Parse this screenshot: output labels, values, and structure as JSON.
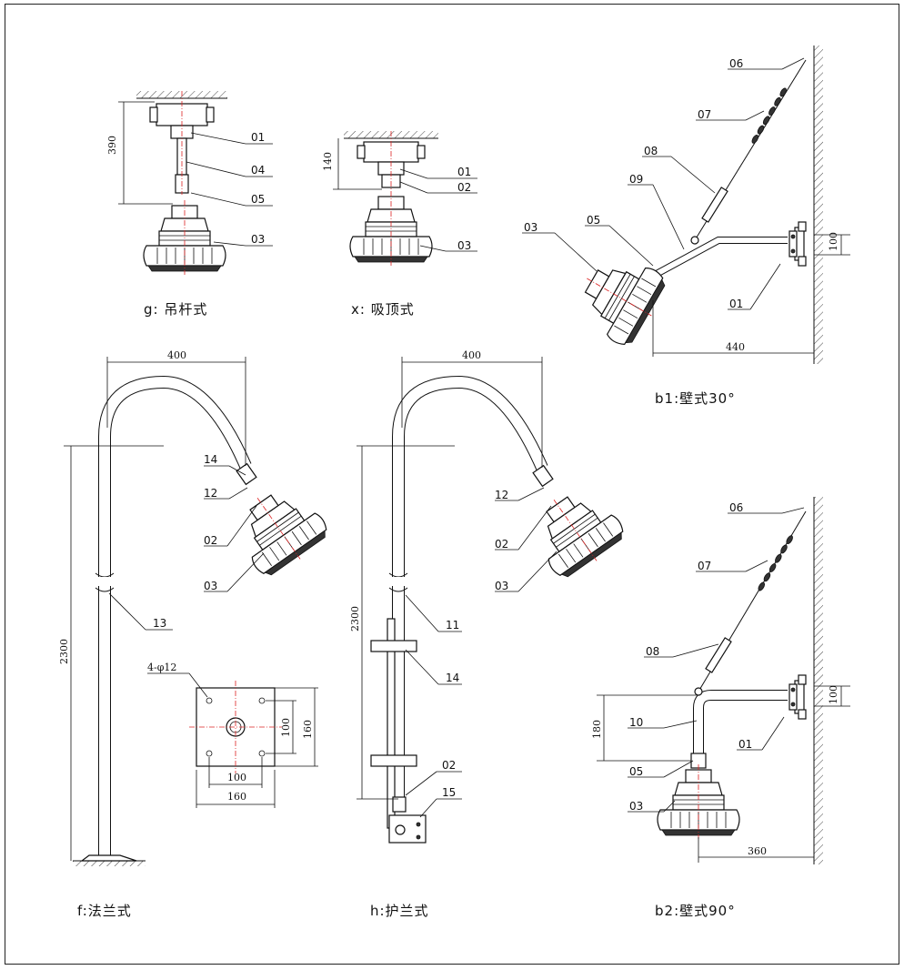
{
  "captions": {
    "g": "g: 吊杆式",
    "x": "x: 吸顶式",
    "b1": "b1:壁式30°",
    "f": "f:法兰式",
    "h": "h:护兰式",
    "b2": "b2:壁式90°"
  },
  "part_labels": {
    "g": [
      "01",
      "04",
      "05",
      "03"
    ],
    "x": [
      "01",
      "02",
      "03"
    ],
    "b1": [
      "06",
      "07",
      "08",
      "09",
      "03",
      "05",
      "01"
    ],
    "f": [
      "14",
      "12",
      "02",
      "03",
      "13"
    ],
    "h": [
      "12",
      "02",
      "03",
      "11",
      "14",
      "02",
      "15"
    ],
    "b2": [
      "06",
      "07",
      "08",
      "10",
      "05",
      "03",
      "01"
    ]
  },
  "dimensions": {
    "g_height": "390",
    "x_height": "140",
    "b1_flange": "100",
    "b1_length": "440",
    "f_width": "400",
    "f_height": "2300",
    "f_holes": "4-φ12",
    "f_plate_inner_v": "100",
    "f_plate_outer_v": "160",
    "f_plate_inner_h": "100",
    "f_plate_outer_h": "160",
    "h_width": "400",
    "h_height": "2300",
    "b2_flange": "100",
    "b2_drop": "180",
    "b2_length": "360"
  },
  "colors": {
    "line": "#111111",
    "centerline": "#dd2222"
  }
}
